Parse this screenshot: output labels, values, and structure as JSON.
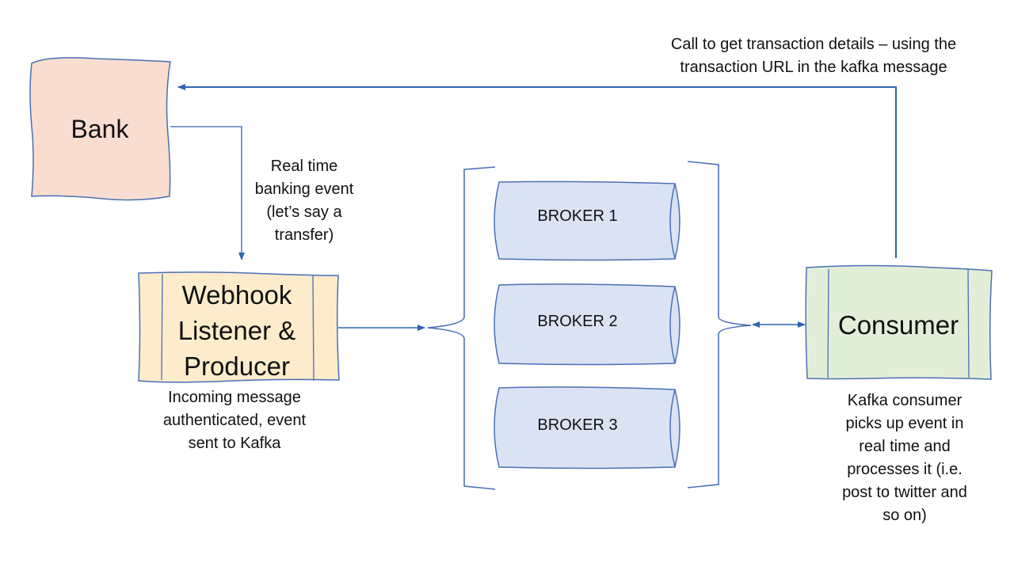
{
  "nodes": {
    "bank": {
      "label": "Bank",
      "fill": "#f8ddd0",
      "stroke": "#4a6fb5"
    },
    "webhook": {
      "line1": "Webhook",
      "line2": "Listener &",
      "line3": "Producer",
      "fill": "#fdeccb",
      "stroke": "#4a6fb5"
    },
    "brokers": [
      {
        "label": "BROKER 1"
      },
      {
        "label": "BROKER 2"
      },
      {
        "label": "BROKER 3"
      }
    ],
    "broker_fill": "#d9e3f4",
    "consumer": {
      "label": "Consumer",
      "fill": "#e2efd8",
      "stroke": "#4a6fb5"
    }
  },
  "captions": {
    "callback": {
      "line1": "Call to get transaction details – using the",
      "line2": "transaction URL in the kafka message"
    },
    "banking_event": {
      "line1": "Real time",
      "line2": "banking event",
      "line3": "(let’s say a",
      "line4": "transfer)"
    },
    "incoming": {
      "line1": "Incoming message",
      "line2": "authenticated, event",
      "line3": "sent to Kafka"
    },
    "consumer_desc": {
      "line1": "Kafka consumer",
      "line2": "picks up event in",
      "line3": "real time and",
      "line4": "processes it (i.e.",
      "line5": "post to twitter and",
      "line6": "so on)"
    }
  },
  "colors": {
    "edge": "#2e64b1",
    "outline": "#4a6fb5"
  }
}
